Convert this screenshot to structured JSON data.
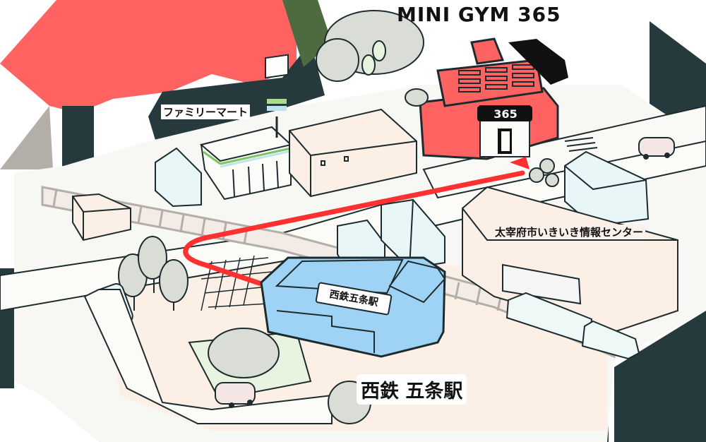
{
  "map": {
    "title": "MINI GYM 365",
    "landmarks": [
      {
        "id": "gym",
        "label": "MINI GYM 365",
        "sign": "365",
        "color": "#ff6361"
      },
      {
        "id": "familymart",
        "label": "ファミリーマート"
      },
      {
        "id": "info_center",
        "label": "太宰府市いきいき情報センター"
      },
      {
        "id": "station",
        "label": "西鉄 五条駅",
        "sign": "西鉄五条駅",
        "color": "#9fd3f5"
      }
    ],
    "route": {
      "from": "西鉄 五条駅",
      "to": "MINI GYM 365",
      "color": "#ff3030"
    },
    "colors": {
      "accent_red": "#ff6361",
      "outline": "#1d2b2e",
      "station_blue": "#9fd3f5",
      "building_pink": "#fcefe6",
      "building_light_blue": "#e8f6f8",
      "tree_gray": "#d9ddd6",
      "dark_frame": "#263a3e",
      "olive": "#4e6a40"
    }
  }
}
